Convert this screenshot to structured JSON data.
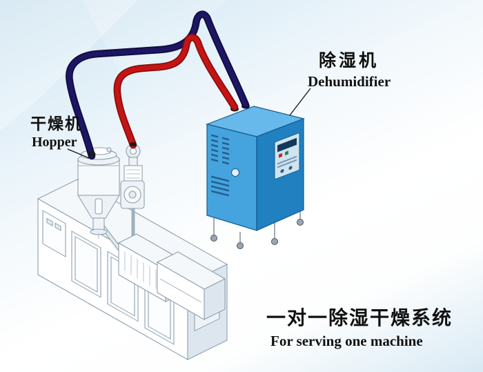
{
  "labels": {
    "dehumidifier_cn": "除湿机",
    "dehumidifier_en": "Dehumidifier",
    "hopper_cn": "干燥机",
    "hopper_en": "Hopper",
    "caption_cn": "一对一除湿干燥系统",
    "caption_en": "For serving one machine"
  },
  "colors": {
    "pipe_red": "#c41414",
    "pipe_red_dark": "#8a0d0d",
    "pipe_navy": "#1d1663",
    "pipe_navy_dark": "#0f0a3e",
    "cabinet_front": "#45a4de",
    "cabinet_side": "#2080c0",
    "cabinet_top": "#66b9ea",
    "cabinet_outline": "#155a8e",
    "text": "#101010"
  }
}
